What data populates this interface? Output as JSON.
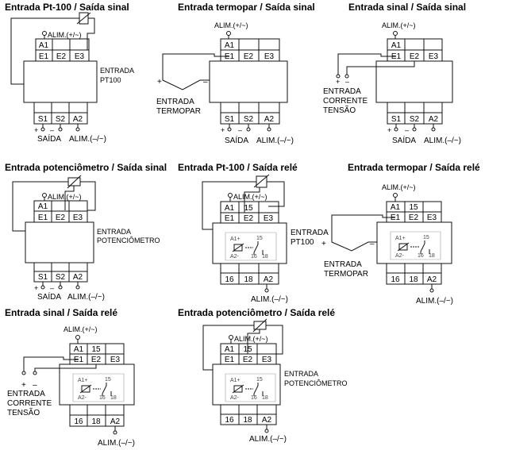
{
  "diagrams": [
    {
      "title": "Entrada Pt-100 / Saída sinal",
      "top_terminals": [
        "A1",
        "",
        ""
      ],
      "mid_terminals": [
        "E1",
        "E2",
        "E3"
      ],
      "bottom_terminals": [
        "S1",
        "S2",
        "A2"
      ],
      "supply_top": "ALIM.(+/~)",
      "supply_bottom": "ALIM.(–/~)",
      "input_label": [
        "ENTRADA",
        "PT100"
      ],
      "output_label": "SAÍDA",
      "plus": "+",
      "minus": "–"
    },
    {
      "title": "Entrada termopar / Saída sinal",
      "top_terminals": [
        "A1",
        "",
        ""
      ],
      "mid_terminals": [
        "E1",
        "E2",
        "E3"
      ],
      "bottom_terminals": [
        "S1",
        "S2",
        "A2"
      ],
      "supply_top": "ALIM.(+/~)",
      "supply_bottom": "ALIM.(–/~)",
      "input_label": [
        "ENTRADA",
        "TERMOPAR"
      ],
      "output_label": "SAÍDA",
      "plus": "+",
      "minus": "–"
    },
    {
      "title": "Entrada sinal / Saída sinal",
      "top_terminals": [
        "A1",
        "",
        ""
      ],
      "mid_terminals": [
        "E1",
        "E2",
        "E3"
      ],
      "bottom_terminals": [
        "S1",
        "S2",
        "A2"
      ],
      "supply_top": "ALIM.(+/~)",
      "supply_bottom": "ALIM.(–/~)",
      "input_label": [
        "ENTRADA",
        "CORRENTE",
        "TENSÃO"
      ],
      "output_label": "SAÍDA",
      "plus": "+",
      "minus": "–"
    },
    {
      "title": "Entrada potenciômetro / Saída sinal",
      "top_terminals": [
        "A1",
        "",
        ""
      ],
      "mid_terminals": [
        "E1",
        "E2",
        "E3"
      ],
      "bottom_terminals": [
        "S1",
        "S2",
        "A2"
      ],
      "supply_top": "ALIM.(+/~)",
      "supply_bottom": "ALIM.(–/~)",
      "input_label": [
        "ENTRADA",
        "POTENCIÔMETRO"
      ],
      "output_label": "SAÍDA",
      "plus": "+",
      "minus": "–"
    },
    {
      "title": "Entrada Pt-100 / Saída relé",
      "top_terminals": [
        "A1",
        "15",
        ""
      ],
      "mid_terminals": [
        "E1",
        "E2",
        "E3"
      ],
      "bottom_terminals": [
        "16",
        "18",
        "A2"
      ],
      "supply_top": "ALIM.(+/~)",
      "supply_bottom": "ALIM.(–/~)",
      "input_label": [
        "ENTRADA",
        "PT100"
      ],
      "relay_labels": {
        "a1": "A1+",
        "a2": "A2-",
        "c15": "15",
        "c16": "16",
        "c18": "18"
      }
    },
    {
      "title": "Entrada termopar / Saída relé",
      "top_terminals": [
        "A1",
        "15",
        ""
      ],
      "mid_terminals": [
        "E1",
        "E2",
        "E3"
      ],
      "bottom_terminals": [
        "16",
        "18",
        "A2"
      ],
      "supply_top": "ALIM.(+/~)",
      "supply_bottom": "ALIM.(–/~)",
      "input_label": [
        "ENTRADA",
        "TERMOPAR"
      ],
      "relay_labels": {
        "a1": "A1+",
        "a2": "A2-",
        "c15": "15",
        "c16": "16",
        "c18": "18"
      },
      "plus": "+",
      "minus": "–"
    },
    {
      "title": "Entrada sinal / Saída relé",
      "top_terminals": [
        "A1",
        "15",
        ""
      ],
      "mid_terminals": [
        "E1",
        "E2",
        "E3"
      ],
      "bottom_terminals": [
        "16",
        "18",
        "A2"
      ],
      "supply_top": "ALIM.(+/~)",
      "supply_bottom": "ALIM.(–/~)",
      "input_label": [
        "ENTRADA",
        "CORRENTE",
        "TENSÃO"
      ],
      "relay_labels": {
        "a1": "A1+",
        "a2": "A2-",
        "c15": "15",
        "c16": "16",
        "c18": "18"
      },
      "plus": "+",
      "minus": "–"
    },
    {
      "title": "Entrada potenciômetro / Saída relé",
      "top_terminals": [
        "A1",
        "15",
        ""
      ],
      "mid_terminals": [
        "E1",
        "E2",
        "E3"
      ],
      "bottom_terminals": [
        "16",
        "18",
        "A2"
      ],
      "supply_top": "ALIM.(+/~)",
      "supply_bottom": "ALIM.(–/~)",
      "input_label": [
        "ENTRADA",
        "POTENCIÔMETRO"
      ],
      "relay_labels": {
        "a1": "A1+",
        "a2": "A2-",
        "c15": "15",
        "c16": "16",
        "c18": "18"
      }
    }
  ]
}
